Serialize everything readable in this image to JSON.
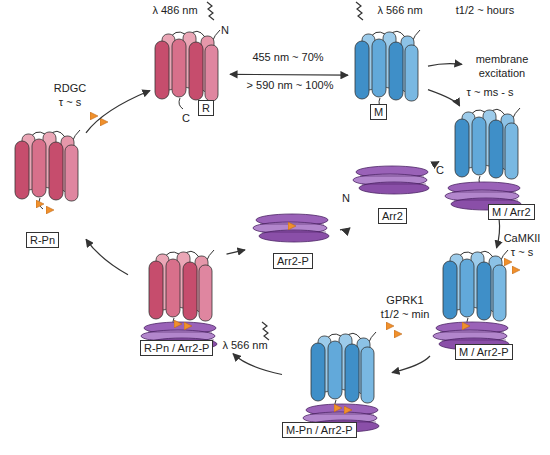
{
  "diagram": {
    "nodes": [
      {
        "text": [
          "R"
        ]
      },
      {
        "text": [
          "M"
        ]
      },
      {
        "text": [
          "membrane excitation"
        ]
      },
      {
        "text": [
          "Arr2"
        ]
      },
      {
        "text": [
          "M / Arr2"
        ]
      },
      {
        "text": [
          "M / Arr2-P"
        ]
      },
      {
        "text": [
          "M-Pn / Arr2-P"
        ]
      },
      {
        "text": [
          "R-Pn / Arr2-P"
        ]
      },
      {
        "text": [
          "Arr2-P"
        ]
      },
      {
        "text": [
          "R-Pn"
        ]
      }
    ],
    "edges": [
      {
        "from": 0,
        "to": 1,
        "label": "455 nm ~ 70%",
        "arrow": "both"
      },
      {
        "from": 1,
        "to": 2,
        "arrow": "to"
      },
      {
        "from": 1,
        "to": 4,
        "label": "τ ~ ms - s",
        "arrow": "to"
      },
      {
        "from": 3,
        "to": 4,
        "arrow": "to"
      },
      {
        "from": 4,
        "to": 5,
        "label": "CaMKII",
        "arrow": "to"
      },
      {
        "from": 5,
        "to": 6,
        "label": "GPRK1",
        "arrow": "to"
      },
      {
        "from": 6,
        "to": 7,
        "arrow": "to"
      },
      {
        "from": 7,
        "to": 9,
        "arrow": "to"
      },
      {
        "from": 7,
        "to": 8,
        "arrow": "to"
      },
      {
        "from": 8,
        "to": 3,
        "arrow": "to"
      },
      {
        "from": 9,
        "to": 0,
        "label": "RDGC",
        "arrow": "to"
      }
    ],
    "labels": [
      "λ 486 nm",
      "N",
      "C",
      "λ 566 nm",
      "t1/2 ~ hours",
      "> 590 nm ~ 100%",
      "N",
      "C",
      "τ ~ s",
      "t1/2 ~ min",
      "λ 566 nm",
      "τ ~ s"
    ]
  }
}
